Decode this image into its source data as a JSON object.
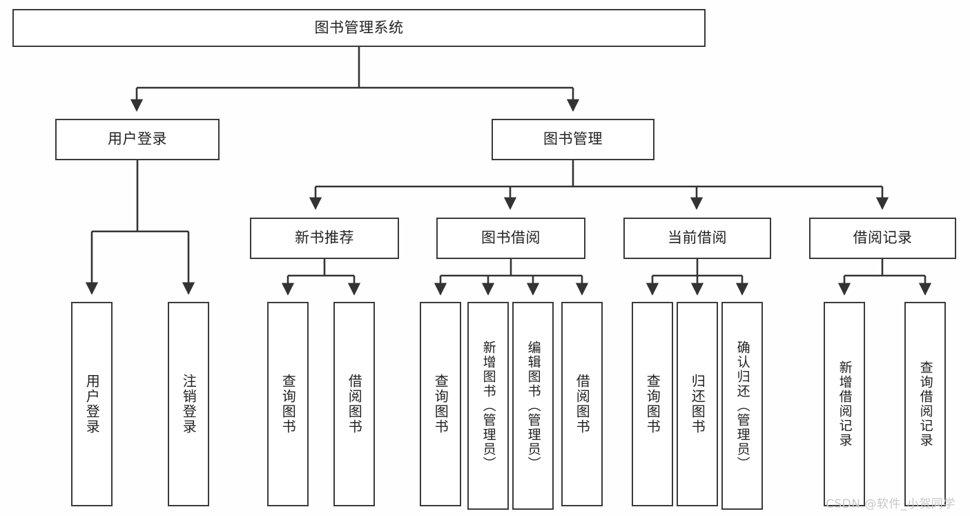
{
  "diagram": {
    "title": "图书管理系统",
    "type": "tree-hierarchy-chart",
    "root": {
      "label": "图书管理系统"
    },
    "level1": [
      {
        "label": "用户登录"
      },
      {
        "label": "图书管理"
      }
    ],
    "level2": [
      {
        "label": "新书推荐"
      },
      {
        "label": "图书借阅"
      },
      {
        "label": "当前借阅"
      },
      {
        "label": "借阅记录"
      }
    ],
    "leaves": {
      "user_login": [
        {
          "label": "用户登录"
        },
        {
          "label": "注销登录"
        }
      ],
      "new_book_recommend": [
        {
          "label": "查询图书"
        },
        {
          "label": "借阅图书"
        }
      ],
      "book_borrow": [
        {
          "label": "查询图书"
        },
        {
          "label": "新增图书（管理员）"
        },
        {
          "label": "编辑图书（管理员）"
        },
        {
          "label": "借阅图书"
        }
      ],
      "current_borrow": [
        {
          "label": "查询图书"
        },
        {
          "label": "归还图书"
        },
        {
          "label": "确认归还（管理员）"
        }
      ],
      "borrow_record": [
        {
          "label": "新增借阅记录"
        },
        {
          "label": "查询借阅记录"
        }
      ]
    }
  },
  "watermark": {
    "text": "CSDN @软件_小贺同学"
  },
  "colors": {
    "border": "#3a3a3a",
    "text": "#222222",
    "background": "#fefefe",
    "connector": "#333333",
    "watermark": "#c8c8c8"
  }
}
